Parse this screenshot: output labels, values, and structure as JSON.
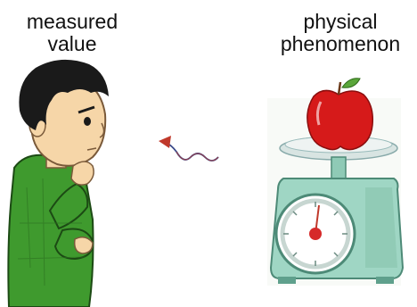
{
  "labels": {
    "left": [
      "measured",
      "value"
    ],
    "right": [
      "physical",
      "phenomenon"
    ]
  },
  "colors": {
    "sweater": "#3f9a2e",
    "hair": "#1a1a1a",
    "skin": "#f6d6a8",
    "apple": "#d61a1a",
    "scale_body": "#9fd6c4",
    "arrow": "#c0392b"
  },
  "icons": [
    "thinking-man",
    "wavy-arrow",
    "apple",
    "kitchen-scale"
  ]
}
